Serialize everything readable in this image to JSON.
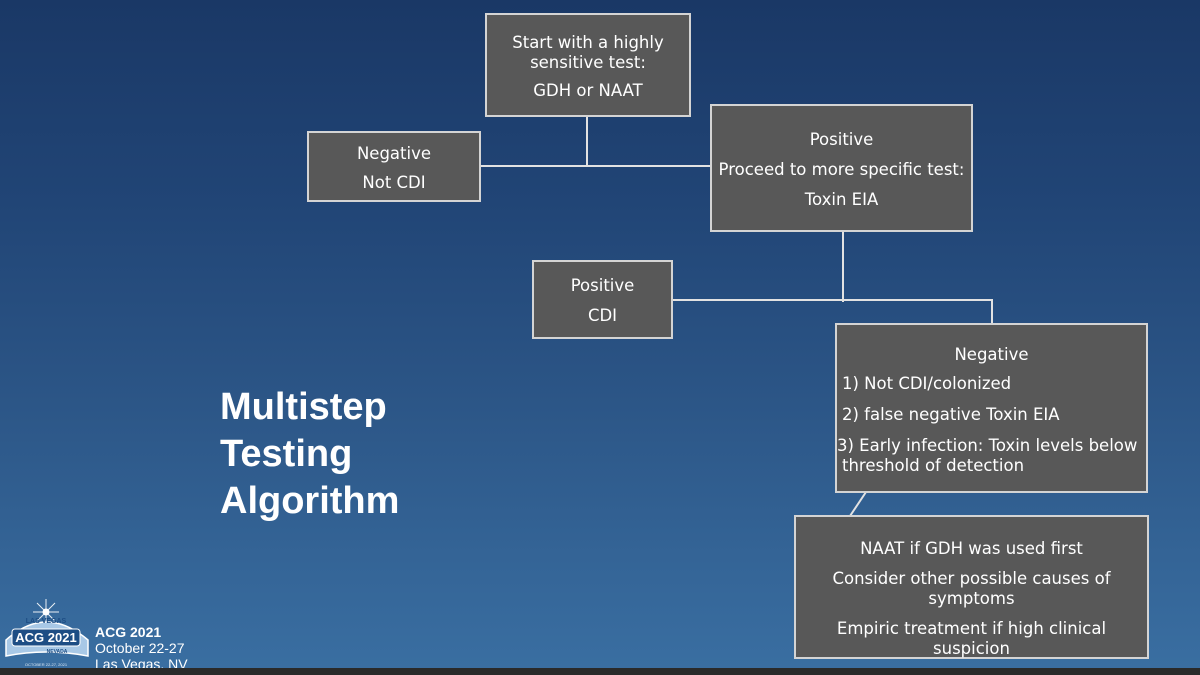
{
  "slide": {
    "title_lines": [
      "Multistep",
      "Testing",
      "Algorithm"
    ],
    "conference": {
      "name": "ACG 2021",
      "dates": "October 22-27",
      "location": "Las Vegas, NV",
      "logo": {
        "main_text": "ACG 2021",
        "arc_text": "LAS VEGAS",
        "sub_text": "NEVADA",
        "date_text": "OCTOBER 22-27, 2021"
      }
    }
  },
  "flowchart": {
    "start": {
      "lines": [
        "Start with a highly",
        "sensitive test:",
        "GDH or NAAT"
      ]
    },
    "negative_first": {
      "lines": [
        "Negative",
        "Not CDI"
      ]
    },
    "positive_first": {
      "lines": [
        "Positive",
        "Proceed to more specific test:",
        "Toxin EIA"
      ]
    },
    "positive_second": {
      "lines": [
        "Positive",
        "CDI"
      ]
    },
    "negative_second": {
      "header": "Negative",
      "items": [
        "1) Not CDI/colonized",
        "2) false negative Toxin EIA",
        "3) Early infection: Toxin levels below threshold of detection"
      ]
    },
    "followup": {
      "lines": [
        "NAAT if GDH was used first",
        "Consider other possible causes of symptoms",
        "Empiric treatment if high clinical suspicion"
      ]
    }
  },
  "colors": {
    "background_top": "#1a3866",
    "background_bottom": "#3a6fa2",
    "box_fill": "#585858",
    "box_border": "#d4d4d4",
    "connector": "#e2e2e2",
    "text": "#ffffff"
  }
}
